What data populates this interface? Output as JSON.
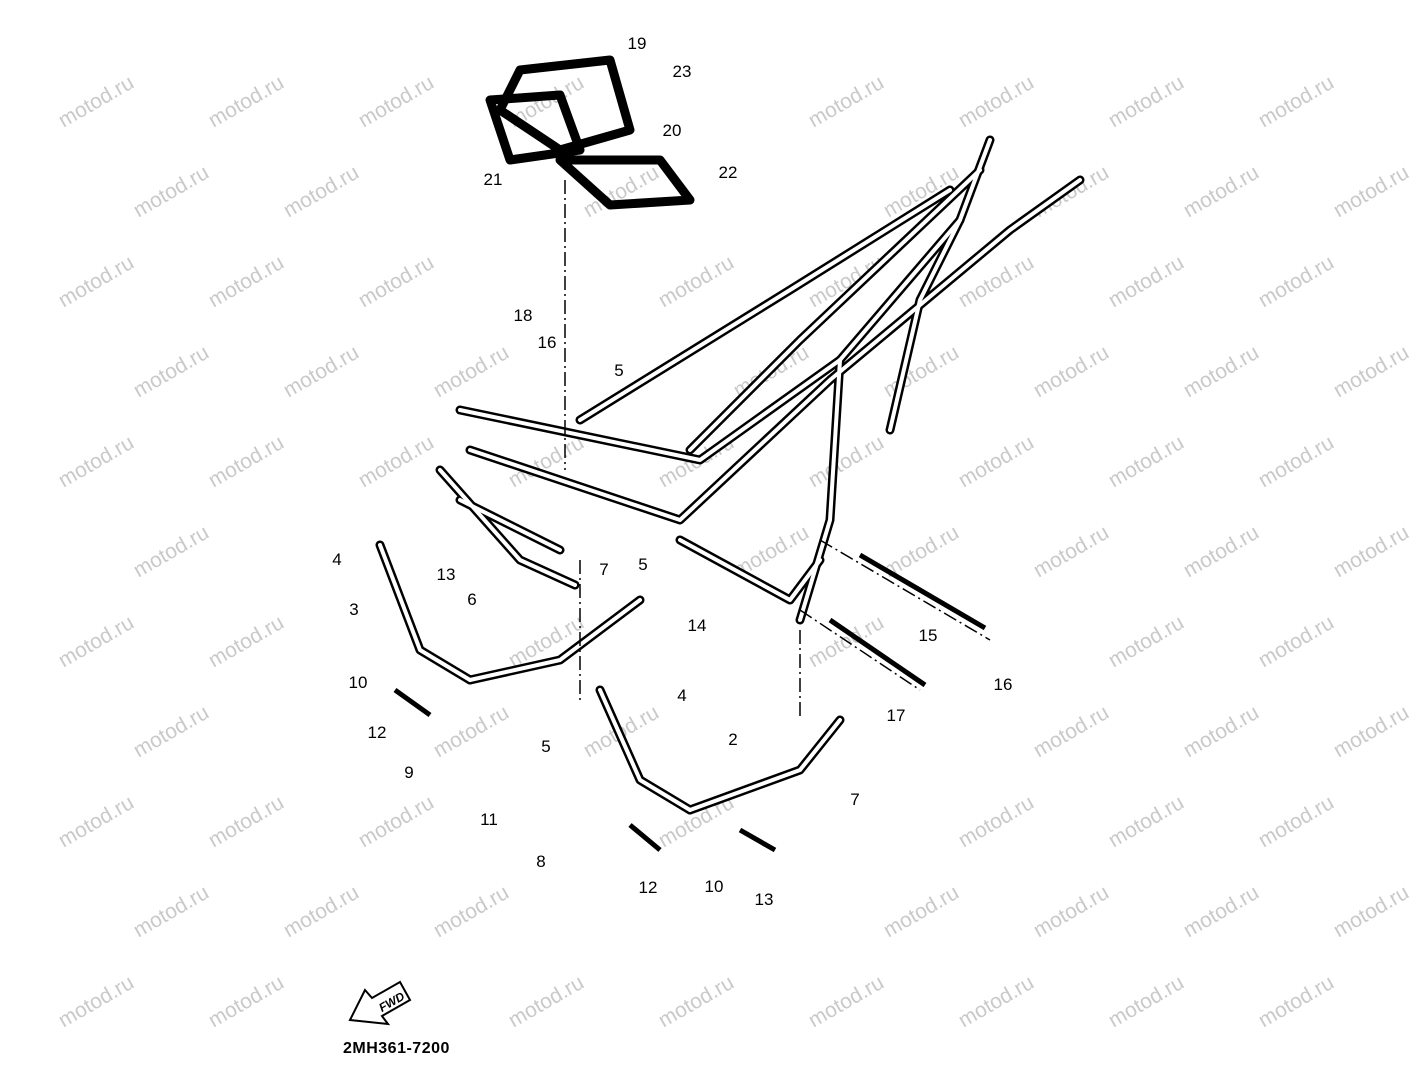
{
  "watermark": "motod.ru",
  "diagram_code": "2MH361-7200",
  "fwd_label": "FWD",
  "callouts": [
    "19",
    "23",
    "20",
    "21",
    "22",
    "18",
    "16",
    "5",
    "4",
    "13",
    "3",
    "6",
    "7",
    "5",
    "14",
    "15",
    "16",
    "10",
    "4",
    "17",
    "12",
    "2",
    "5",
    "9",
    "7",
    "11",
    "8",
    "12",
    "10",
    "13"
  ]
}
